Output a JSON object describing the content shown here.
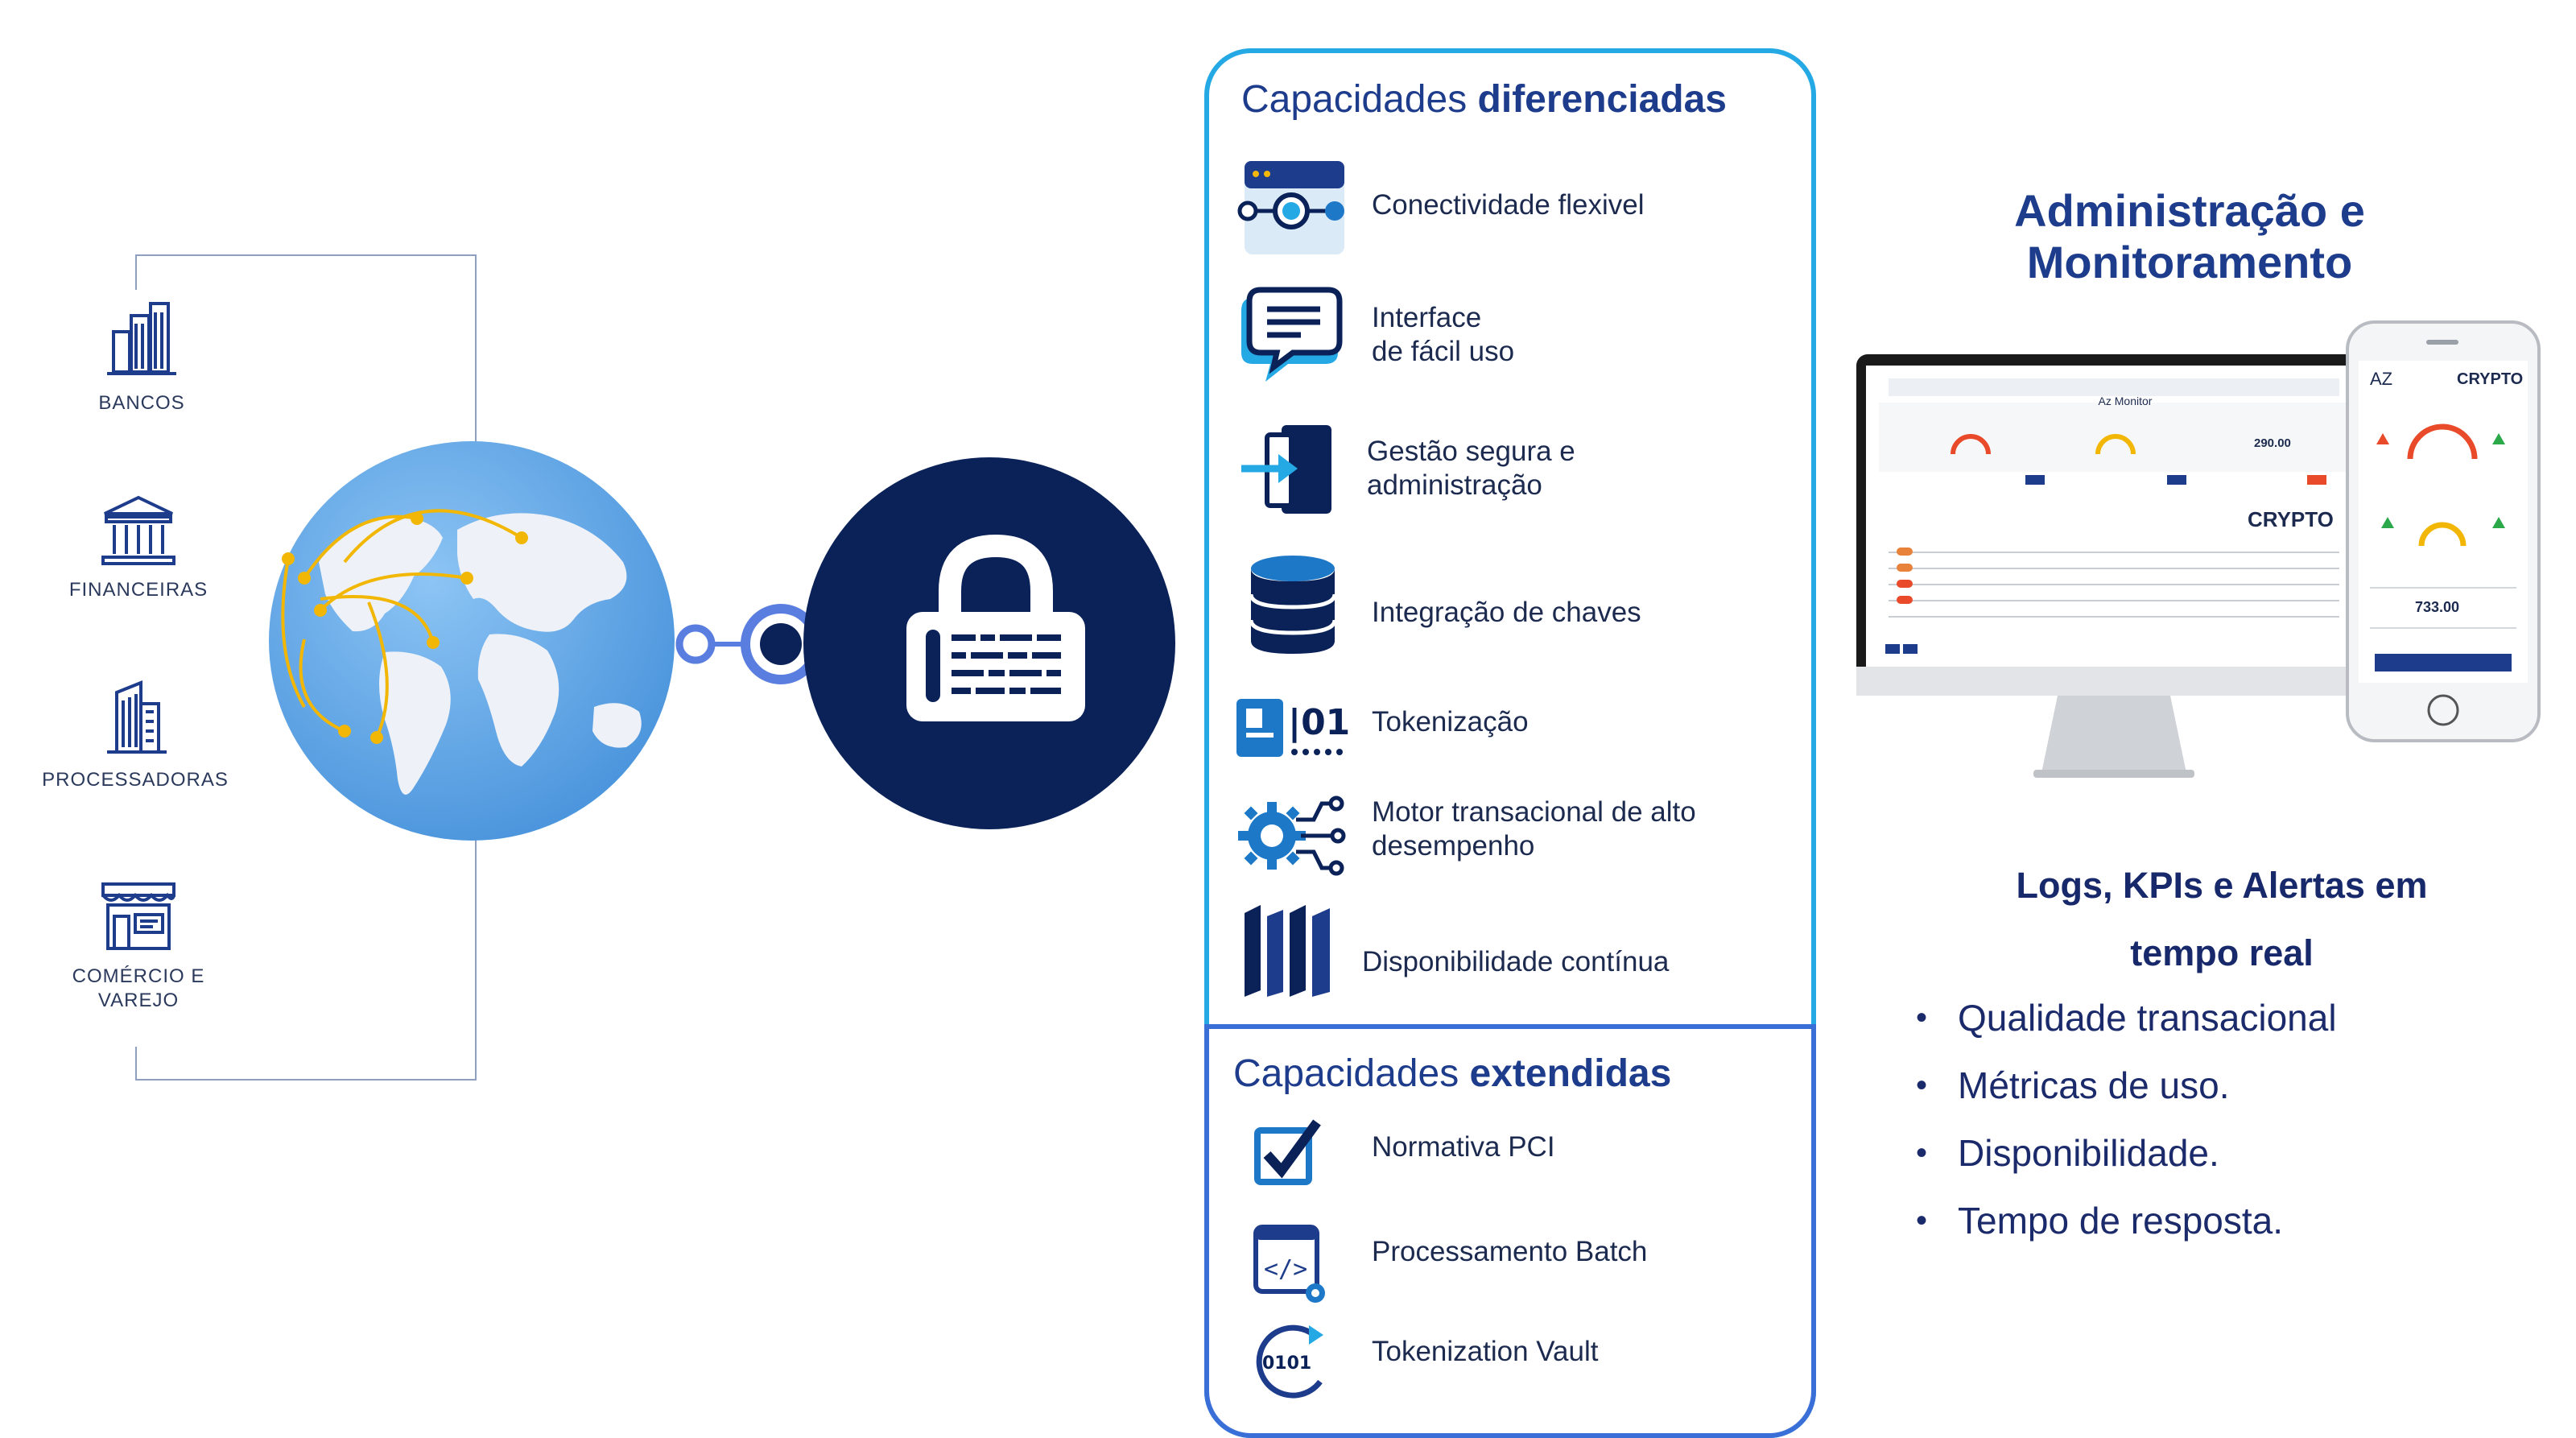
{
  "segments": [
    {
      "label": "BANCOS",
      "icon": "bank-building-icon"
    },
    {
      "label": "FINANCEIRAS",
      "icon": "institution-columns-icon"
    },
    {
      "label": "PROCESSADORAS",
      "icon": "office-tower-icon"
    },
    {
      "label": "COMÉRCIO E\nVAREJO",
      "icon": "storefront-icon"
    }
  ],
  "differentiated": {
    "title_prefix": "Capacidades ",
    "title_bold": "diferenciadas",
    "items": [
      {
        "label": "Conectividade flexivel",
        "icon": "connectivity-icon"
      },
      {
        "label": "Interface\nde fácil uso",
        "icon": "chat-interface-icon"
      },
      {
        "label": "Gestão segura e\nadministração",
        "icon": "secure-login-icon"
      },
      {
        "label": "Integração de chaves",
        "icon": "database-icon"
      },
      {
        "label": "Tokenização",
        "icon": "tokenization-icon"
      },
      {
        "label": "Motor transacional de alto\ndesempenho",
        "icon": "gear-circuit-icon"
      },
      {
        "label": "Disponibilidade contínua",
        "icon": "availability-bars-icon"
      }
    ]
  },
  "extended": {
    "title_prefix": "Capacidades ",
    "title_bold": "extendidas",
    "items": [
      {
        "label": "Normativa PCI",
        "icon": "checkbox-icon"
      },
      {
        "label": "Processamento Batch",
        "icon": "code-window-icon"
      },
      {
        "label": "Tokenization Vault",
        "icon": "binary-vault-icon"
      }
    ]
  },
  "admin": {
    "title": "Administração e\nMonitoramento",
    "logs_title": "Logs, KPIs e Alertas em\ntempo real",
    "bullets": [
      "Qualidade transacional",
      "Métricas de uso.",
      "Disponibilidade.",
      "Tempo de resposta."
    ]
  },
  "screens": {
    "monitor_header": "Az Monitor",
    "monitor_brand": "CRYPTO",
    "monitor_value": "290.00",
    "phone_brand_left": "AZ",
    "phone_brand_right": "CRYPTO",
    "phone_value": "733.00"
  },
  "colors": {
    "navy": "#0b2259",
    "panel_top_border": "#25a9e5",
    "panel_bottom_border": "#3a6fd8",
    "title_blue": "#1e3c8c",
    "globe_ocean": "#5ea8e8",
    "route_gold": "#f2b705"
  }
}
